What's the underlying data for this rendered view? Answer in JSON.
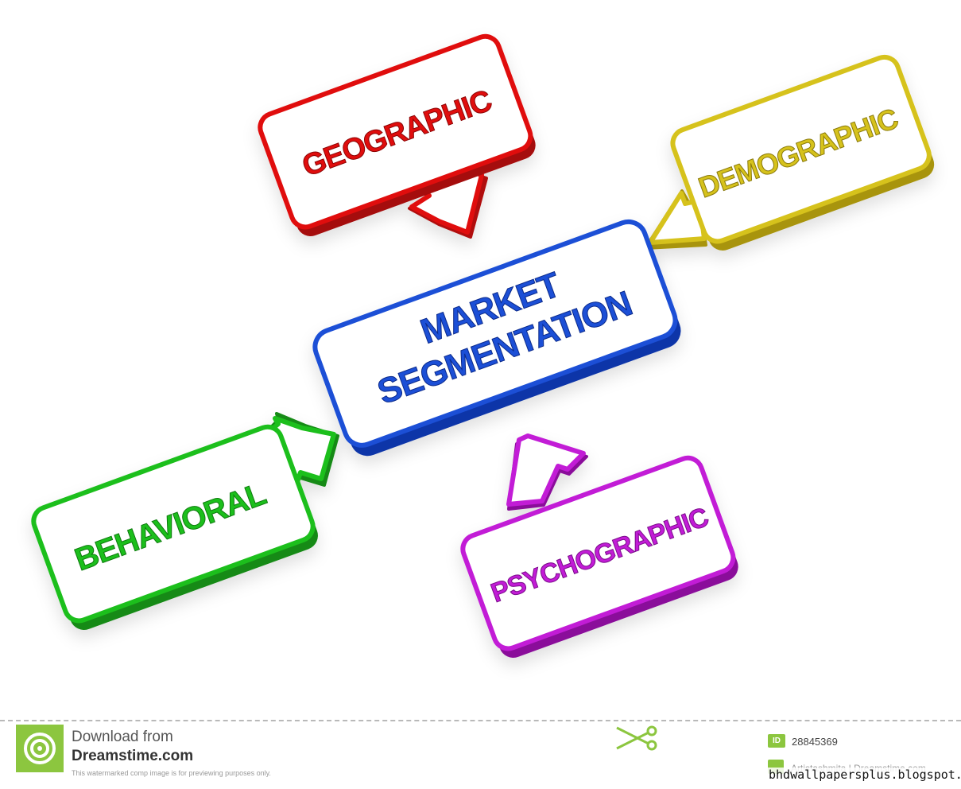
{
  "diagram": {
    "center": {
      "line1": "MARKET",
      "line2": "SEGMENTATION",
      "color": "#1a4fd6"
    },
    "nodes": [
      {
        "id": "geographic",
        "label": "GEOGRAPHIC",
        "color": "#e01010"
      },
      {
        "id": "demographic",
        "label": "DEMOGRAPHIC",
        "color": "#d6c21a"
      },
      {
        "id": "behavioral",
        "label": "BEHAVIORAL",
        "color": "#1fbf1f"
      },
      {
        "id": "psychographic",
        "label": "PSYCHOGRAPHIC",
        "color": "#c21ed6"
      }
    ]
  },
  "footer": {
    "download_from": "Download from",
    "site": "Dreamstime.com",
    "disclaimer": "This watermarked comp image is for previewing purposes only.",
    "id_label": "ID",
    "id_value": "28845369",
    "author": "Artistashmita | Dreamstime.com",
    "blog": "bhdwallpapersplus.blogspot.com"
  }
}
